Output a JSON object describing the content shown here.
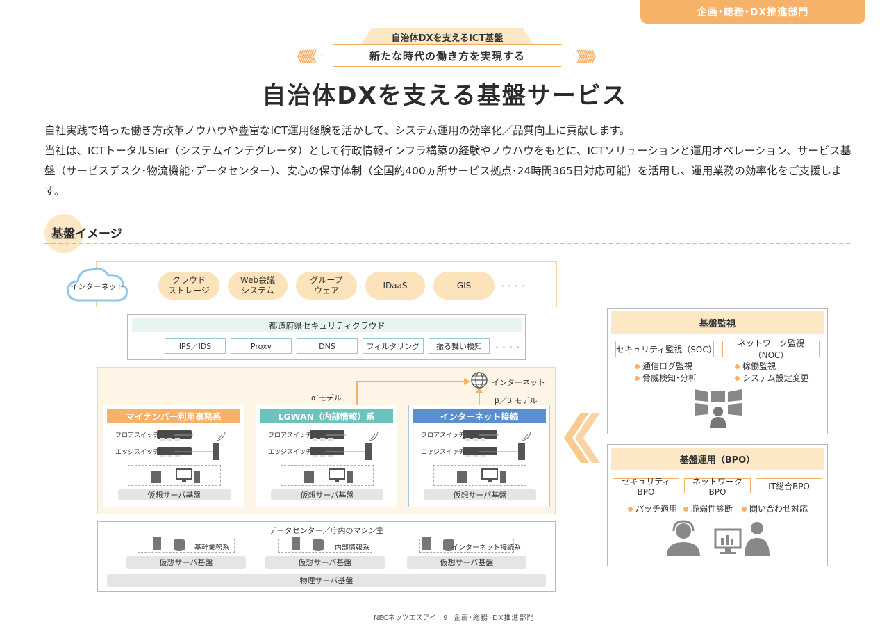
{
  "header": {
    "department_tab": "企画･総務･DX推進部門",
    "badge_top": "自治体DXを支えるICT基盤",
    "badge_main": "新たな時代の働き方を実現する",
    "title": "自治体DXを支える基盤サービス"
  },
  "intro": [
    "自社実践で培った働き方改革ノウハウや豊富なICT運用経験を活かして、システム運用の効率化／品質向上に貢献します。",
    "当社は、ICTトータルSIer（システムインテグレータ）として行政情報インフラ構築の経験やノウハウをもとに、ICTソリューションと運用オペレーション、サービス基盤（サービスデスク･物流機能･データセンター）、安心の保守体制（全国約400ヵ所サービス拠点･24時間365日対応可能）を活用し、運用業務の効率化をご支援します。"
  ],
  "section": {
    "title": "基盤イメージ"
  },
  "diagram": {
    "internet_cloud": "インターネット",
    "cloud_services": [
      "クラウド\nストレージ",
      "Web会議\nシステム",
      "グループ\nウェア",
      "IDaaS",
      "GIS"
    ],
    "ellipsis": "････",
    "security_cloud": {
      "title": "都道府県セキュリティクラウド",
      "items": [
        "IPS／IDS",
        "Proxy",
        "DNS",
        "フィルタリング",
        "振る舞い検知"
      ]
    },
    "alpha_model": "α’モデル",
    "beta_model": "β／β’モデル",
    "internet_label": "インターネット",
    "zones": [
      {
        "title": "マイナンバー利用事務系",
        "color": "#f7b26a"
      },
      {
        "title": "LGWAN（内部情報）系",
        "color": "#6cc3bd"
      },
      {
        "title": "インターネット接続",
        "color": "#5a8fcf"
      }
    ],
    "floor_switch": "フロアスイッチ",
    "edge_switch": "エッジスイッチ",
    "virtual_server": "仮想サーバ基盤",
    "datacenter": {
      "title": "データセンター／庁内のマシン室",
      "systems": [
        "基幹業務系",
        "内部情報系",
        "インターネット接続系"
      ],
      "virtual": "仮想サーバ基盤",
      "physical": "物理サーバ基盤"
    },
    "monitoring": {
      "title": "基盤監視",
      "soc": "セキュリティ監視（SOC）",
      "noc": "ネットワーク監視（NOC）",
      "soc_items": [
        "通信ログ監視",
        "脅威検知･分析"
      ],
      "noc_items": [
        "稼働監視",
        "システム設定変更"
      ]
    },
    "bpo": {
      "title": "基盤運用（BPO）",
      "chips": [
        "セキュリティBPO",
        "ネットワークBPO",
        "IT総合BPO"
      ],
      "items": [
        "パッチ適用",
        "脆弱性診断",
        "問い合わせ対応"
      ]
    }
  },
  "footer": {
    "left": "NECネッツエスアイ　9",
    "right": "企画･総務･DX推進部門"
  }
}
